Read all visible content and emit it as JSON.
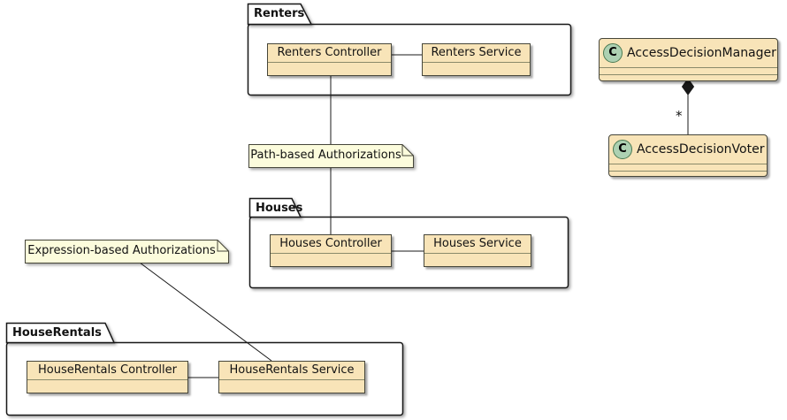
{
  "packages": [
    {
      "name": "Renters",
      "controller_label": "Renters Controller",
      "service_label": "Renters Service"
    },
    {
      "name": "Houses",
      "controller_label": "Houses Controller",
      "service_label": "Houses Service"
    },
    {
      "name": "HouseRentals",
      "controller_label": "HouseRentals Controller",
      "service_label": "HouseRentals Service"
    }
  ],
  "notes": [
    {
      "text": "Path-based Authorizations"
    },
    {
      "text": "Expression-based Authorizations"
    }
  ],
  "classes": [
    {
      "icon_letter": "C",
      "name": "AccessDecisionManager"
    },
    {
      "icon_letter": "C",
      "name": "AccessDecisionVoter"
    }
  ],
  "relations": {
    "multiplicity_label": "*"
  },
  "colors": {
    "canvas_bg": "#FFFFFF",
    "shape_fill": "#F8E4B8",
    "shape_border": "#46463A",
    "sep_line": "#8A8A6A",
    "outline_dark": "#181818",
    "note_fill": "#FCFCDC",
    "note_border": "#46463A",
    "class_icon_fill": "#ADD1B2",
    "class_icon_border": "#4A7A52",
    "text": "#121212"
  }
}
